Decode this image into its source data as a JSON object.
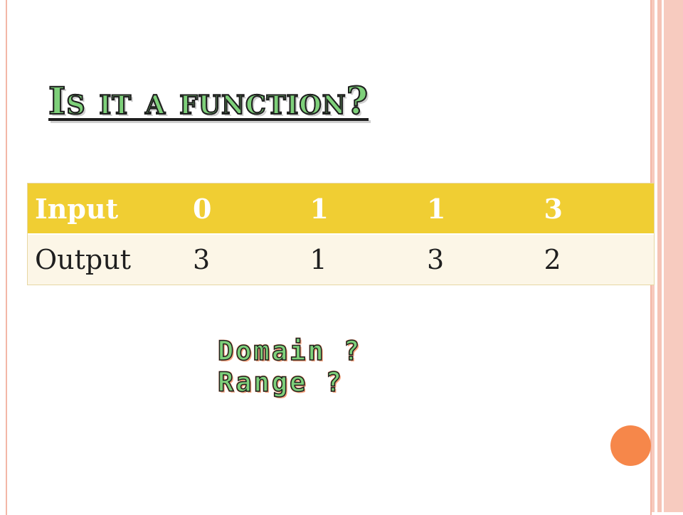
{
  "slide": {
    "title": "Is it a function?",
    "table": {
      "header_row": {
        "label": "Input",
        "values": [
          "0",
          "1",
          "1",
          "3"
        ]
      },
      "body_row": {
        "label": "Output",
        "values": [
          "3",
          "1",
          "3",
          "2"
        ]
      }
    },
    "questions": {
      "domain": "Domain ?",
      "range": "Range ?"
    },
    "colors": {
      "accent_yellow": "#f0ce33",
      "title_green": "#7ed07a",
      "border_salmon": "#f3b7a7",
      "dot_orange": "#f6874a"
    }
  }
}
